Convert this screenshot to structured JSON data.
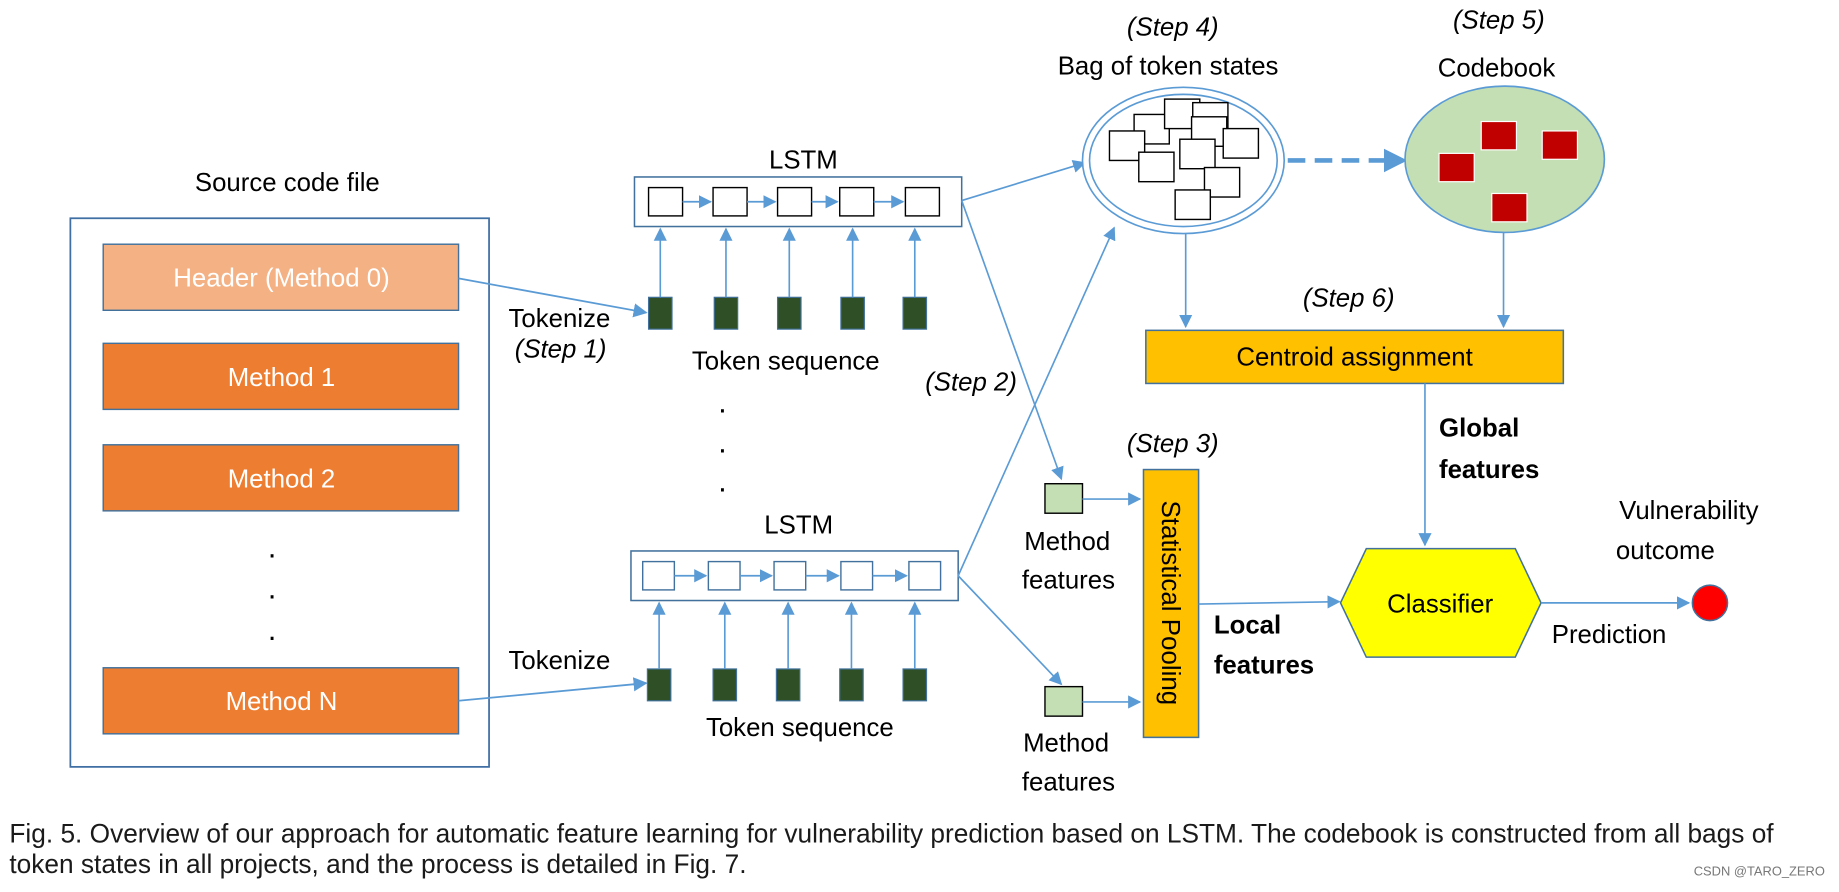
{
  "source_panel": {
    "title": "Source code file",
    "methods": [
      "Header (Method 0)",
      "Method 1",
      "Method 2",
      "Method N"
    ],
    "ellipsis": [
      "·",
      "·",
      "·"
    ]
  },
  "tokenize": {
    "label_top": "Tokenize",
    "step1": "(Step 1)",
    "label_bottom": "Tokenize"
  },
  "lstm": {
    "top_label": "LSTM",
    "bottom_label": "LSTM"
  },
  "token_sequence": {
    "top": "Token sequence",
    "bottom": "Token sequence"
  },
  "middle_ellipsis": [
    "·",
    "·",
    "·"
  ],
  "steps": {
    "step2": "(Step 2)",
    "step3": "(Step 3)",
    "step4": "(Step 4)",
    "step5": "(Step 5)",
    "step6": "(Step 6)"
  },
  "bag": {
    "title": "Bag of token states"
  },
  "codebook": {
    "title": "Codebook"
  },
  "centroid": {
    "label": "Centroid assignment"
  },
  "method_features": {
    "top_line1": "Method",
    "top_line2": "features",
    "bottom_line1": "Method",
    "bottom_line2": "features"
  },
  "pooling": {
    "label": "Statistical Pooling"
  },
  "global_features": {
    "line1": "Global",
    "line2": "features"
  },
  "local_features": {
    "line1": "Local",
    "line2": "features"
  },
  "classifier": {
    "label": "Classifier"
  },
  "prediction": {
    "label": "Prediction"
  },
  "outcome": {
    "line1": "Vulnerability",
    "line2": "outcome"
  },
  "caption": "Fig. 5. Overview of our approach for automatic feature learning for vulnerability prediction based on LSTM. The codebook is constructed from all bags of token states in all projects, and the process is detailed in Fig. 7.",
  "watermark": "CSDN @TARO_ZERO",
  "colors": {
    "line": "#5b9bd5",
    "frame": "#3f6fa3",
    "header_fill": "#f4b183",
    "method_fill": "#ed7d31",
    "token_fill": "#2f5026",
    "codebook_fill": "#c5dfb4",
    "centroid_fill": "#ffc000",
    "classifier_fill": "#ffff00",
    "outcome_fill": "#ff0000",
    "codebook_items": "#c00000",
    "feature_fill": "#c5dfb4"
  }
}
